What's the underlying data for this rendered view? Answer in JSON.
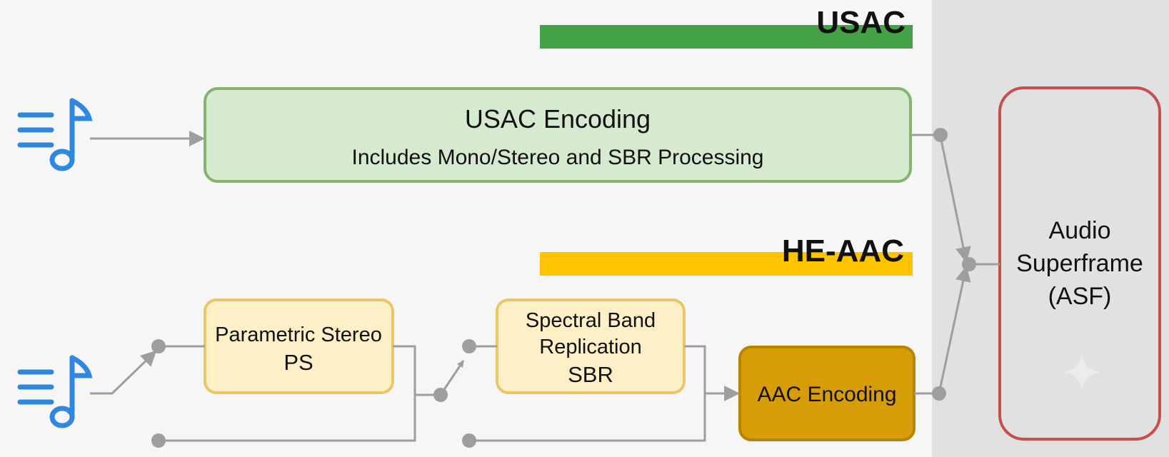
{
  "colors": {
    "background": "#f6f6f6",
    "right_panel": "#e1e1e1",
    "usac_bar": "#45a145",
    "heaac_bar": "#ffc400",
    "usac_box_fill": "#d6ead0",
    "usac_box_stroke": "#85b46f",
    "ps_box_fill": "#fdf0c6",
    "ps_box_stroke": "#e9c667",
    "aac_box_fill": "#d79d07",
    "aac_box_stroke": "#b88400",
    "asf_box_stroke": "#c5504f",
    "connector": "#9e9e9e",
    "music_icon": "#2f88e0"
  },
  "usac": {
    "title": "USAC",
    "box": {
      "title": "USAC Encoding",
      "subtitle": "Includes Mono/Stereo and SBR Processing"
    }
  },
  "heaac": {
    "title": "HE-AAC",
    "ps": {
      "line1": "Parametric Stereo",
      "line2": "PS"
    },
    "sbr": {
      "line1": "Spectral Band",
      "line2": "Replication",
      "line3": "SBR"
    },
    "aac": {
      "label": "AAC Encoding"
    }
  },
  "asf": {
    "line1": "Audio",
    "line2": "Superframe",
    "line3": "(ASF)"
  },
  "icons": {
    "input_top": "music-note-icon",
    "input_bottom": "music-note-icon",
    "decoration": "sparkle-icon"
  }
}
